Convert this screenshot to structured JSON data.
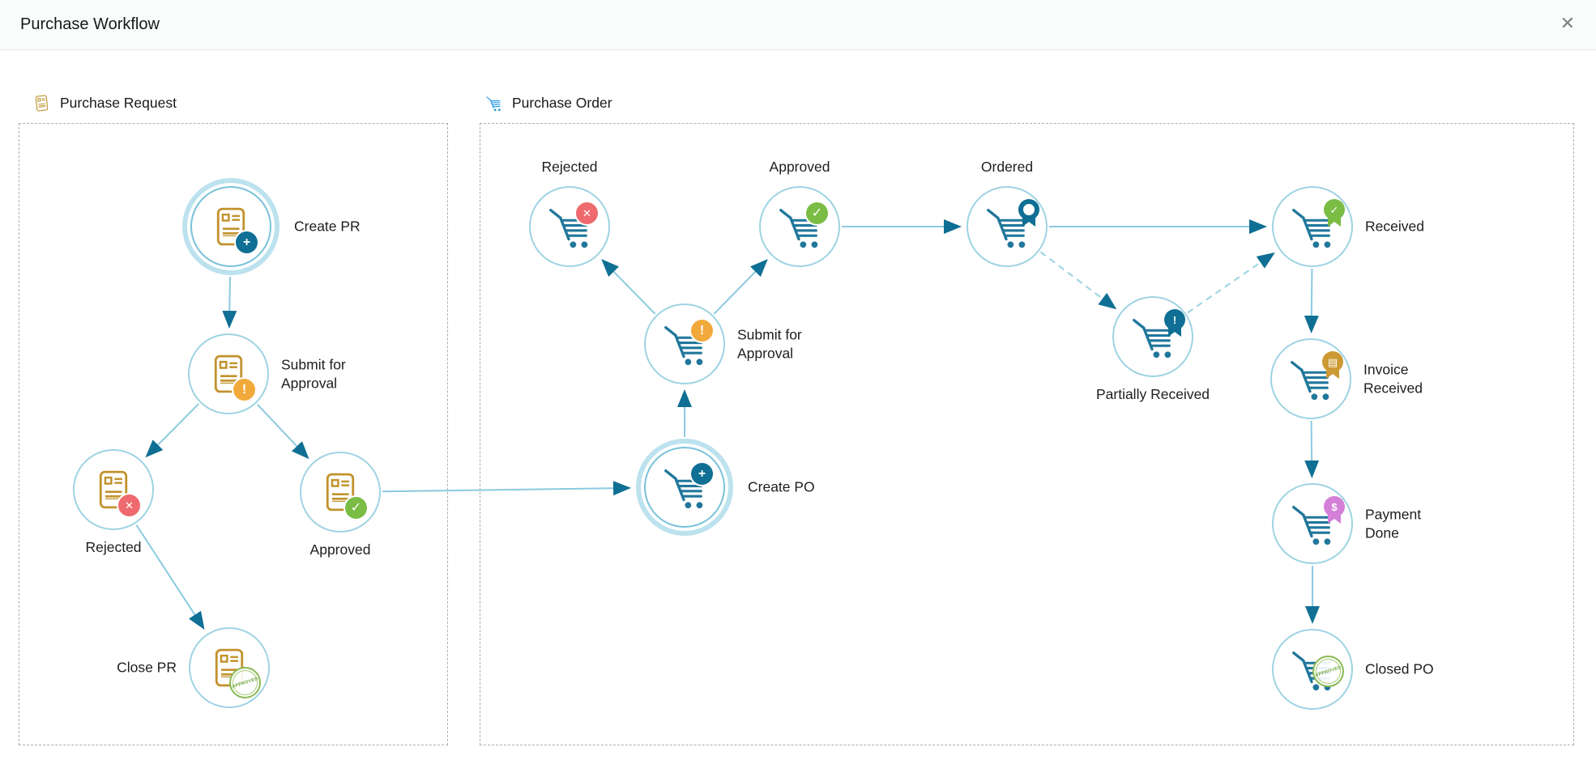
{
  "window": {
    "title": "Purchase Workflow",
    "close_glyph": "✕"
  },
  "sections": {
    "purchase_request": {
      "label": "Purchase Request",
      "icon": "gold-document-icon"
    },
    "purchase_order": {
      "label": "Purchase Order",
      "icon": "blue-cart-icon"
    }
  },
  "nodes": {
    "pr_create": {
      "label": "Create PR",
      "badge": "add",
      "highlighted": true
    },
    "pr_submit": {
      "label": "Submit for Approval",
      "badge": "pending-approval"
    },
    "pr_rejected": {
      "label": "Rejected",
      "badge": "rejected"
    },
    "pr_approved": {
      "label": "Approved",
      "badge": "approved"
    },
    "pr_close": {
      "label": "Close PR",
      "badge": "approved-stamp"
    },
    "po_rejected": {
      "label": "Rejected",
      "badge": "rejected"
    },
    "po_approved": {
      "label": "Approved",
      "badge": "approved"
    },
    "po_ordered": {
      "label": "Ordered",
      "badge": "ordered-medal"
    },
    "po_received": {
      "label": "Received",
      "badge": "received-medal"
    },
    "po_submit": {
      "label": "Submit for Approval",
      "badge": "pending-approval"
    },
    "po_partial": {
      "label": "Partially Received",
      "badge": "partially-received-medal"
    },
    "po_create": {
      "label": "Create PO",
      "badge": "add",
      "highlighted": true
    },
    "po_invoice": {
      "label": "Invoice Received",
      "badge": "invoice-medal"
    },
    "po_payment": {
      "label": "Payment Done",
      "badge": "payment-medal"
    },
    "po_closed": {
      "label": "Closed PO",
      "badge": "approved-stamp"
    }
  },
  "edges": [
    {
      "from": "pr_create",
      "to": "pr_submit",
      "style": "solid"
    },
    {
      "from": "pr_submit",
      "to": "pr_rejected",
      "style": "solid"
    },
    {
      "from": "pr_submit",
      "to": "pr_approved",
      "style": "solid"
    },
    {
      "from": "pr_rejected",
      "to": "pr_close",
      "style": "solid"
    },
    {
      "from": "pr_approved",
      "to": "po_create",
      "style": "solid"
    },
    {
      "from": "po_create",
      "to": "po_submit",
      "style": "solid"
    },
    {
      "from": "po_submit",
      "to": "po_rejected",
      "style": "solid"
    },
    {
      "from": "po_submit",
      "to": "po_approved",
      "style": "solid"
    },
    {
      "from": "po_approved",
      "to": "po_ordered",
      "style": "solid"
    },
    {
      "from": "po_ordered",
      "to": "po_received",
      "style": "solid"
    },
    {
      "from": "po_ordered",
      "to": "po_partial",
      "style": "dashed"
    },
    {
      "from": "po_partial",
      "to": "po_received",
      "style": "dashed"
    },
    {
      "from": "po_received",
      "to": "po_invoice",
      "style": "solid"
    },
    {
      "from": "po_invoice",
      "to": "po_payment",
      "style": "solid"
    },
    {
      "from": "po_payment",
      "to": "po_closed",
      "style": "solid"
    }
  ],
  "glyphs": {
    "plus": "+",
    "exclamation": "!",
    "cross": "✕",
    "check": "✓",
    "dollar": "$",
    "invoice": "▤",
    "stamp_text": "APPROVED"
  },
  "colors": {
    "edge_line": "#8ccadf",
    "edge_dashed": "#9bd2e2",
    "arrowhead": "#0f6f94",
    "node_border": "#9ed3e3",
    "highlight_ring": "#bce2ee",
    "doc_gold": "#c1922c",
    "cart_teal": "#20779b",
    "po_header_blue": "#2b9ce5",
    "badge_red": "#ee6a6e",
    "badge_green": "#7bbc45",
    "badge_orange": "#f2a93b",
    "badge_teal": "#0f6f94",
    "badge_gold": "#cc9933",
    "badge_pink": "#d47fd8",
    "stamp_green": "#85b94c"
  }
}
